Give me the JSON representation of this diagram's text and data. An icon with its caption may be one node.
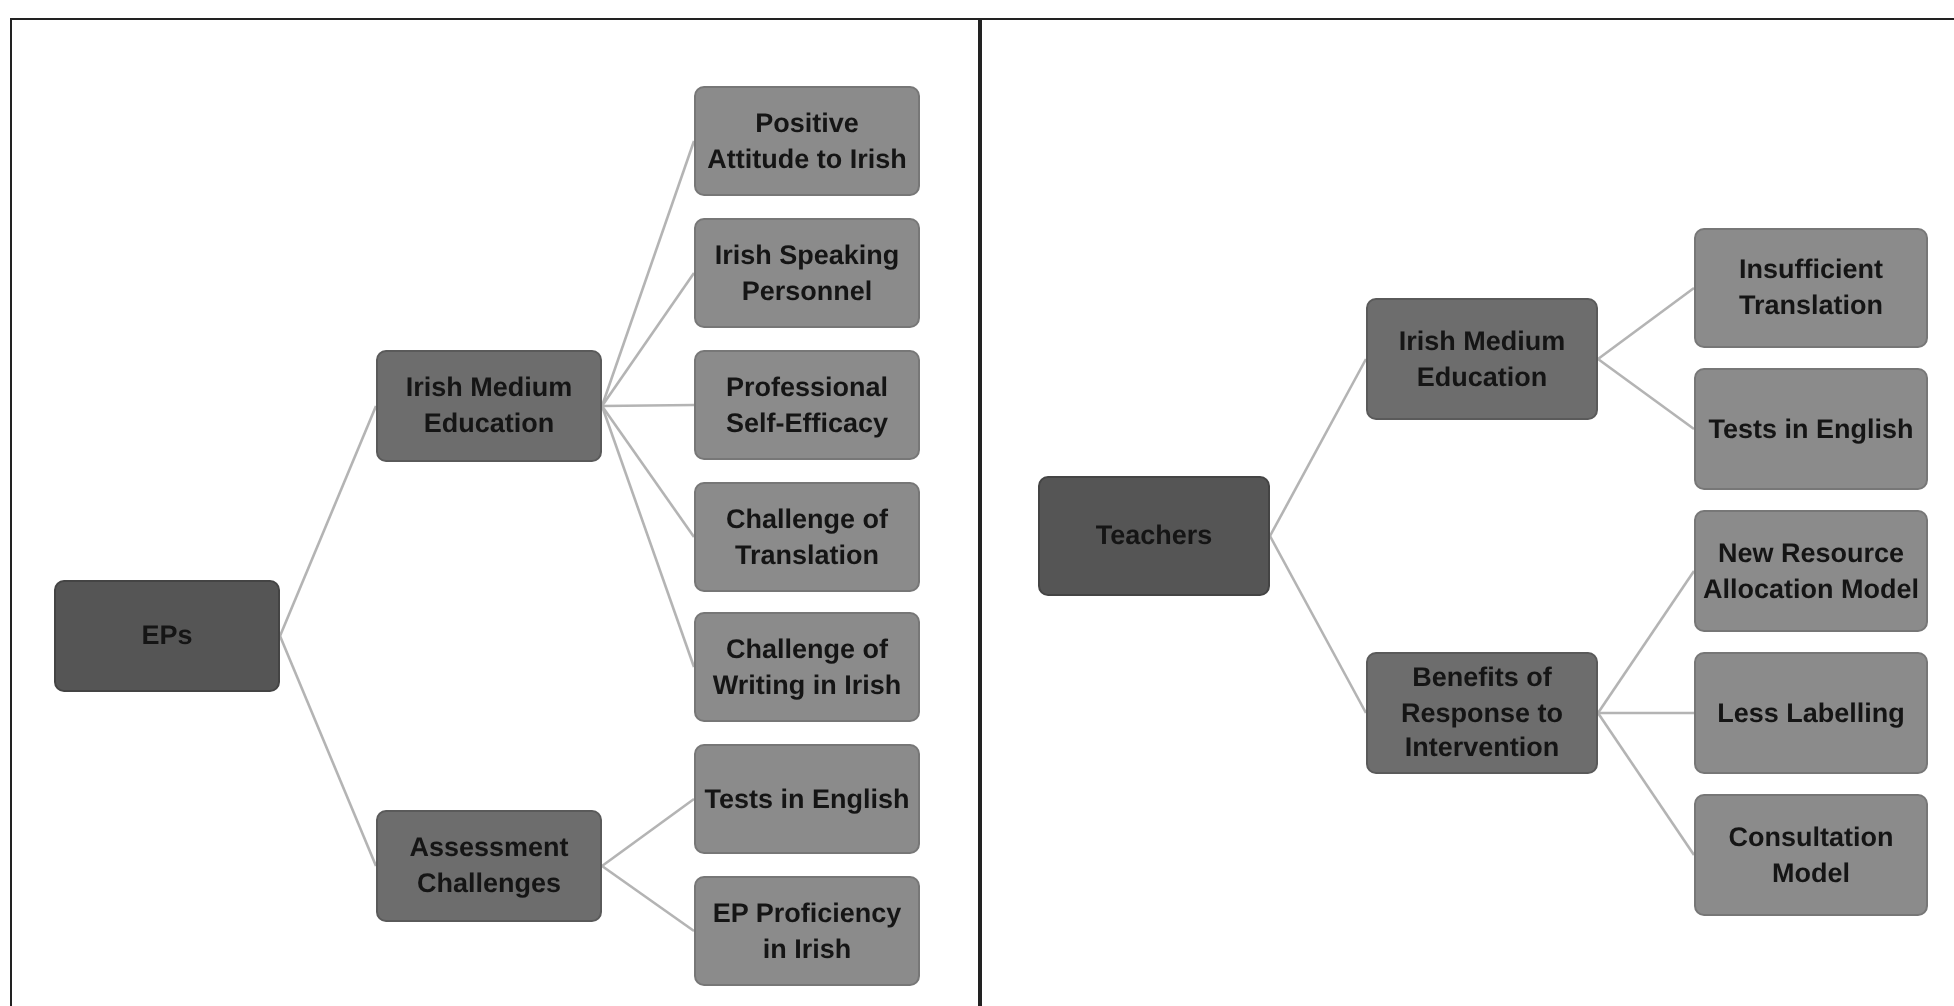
{
  "diagram": {
    "nodes": [
      {
        "text": [
          "EPs"
        ]
      },
      {
        "text": [
          "Irish Medium Education"
        ]
      },
      {
        "text": [
          "Assessment Challenges"
        ]
      },
      {
        "text": [
          "Positive Attitude to Irish"
        ]
      },
      {
        "text": [
          "Irish Speaking Personnel"
        ]
      },
      {
        "text": [
          "Professional Self-Efficacy"
        ]
      },
      {
        "text": [
          "Challenge of Translation"
        ]
      },
      {
        "text": [
          "Challenge of Writing in Irish"
        ]
      },
      {
        "text": [
          "Tests in English"
        ]
      },
      {
        "text": [
          "EP Proficiency in Irish"
        ]
      },
      {
        "text": [
          "Teachers"
        ]
      },
      {
        "text": [
          "Irish Medium Education"
        ]
      },
      {
        "text": [
          "Benefits of Response to Intervention"
        ]
      },
      {
        "text": [
          "Insufficient Translation"
        ]
      },
      {
        "text": [
          "Tests in English"
        ]
      },
      {
        "text": [
          "New Resource Allocation Model"
        ]
      },
      {
        "text": [
          "Less Labelling"
        ]
      },
      {
        "text": [
          "Consultation Model"
        ]
      }
    ],
    "edges": [
      {
        "from": 0,
        "to": 1,
        "arrow": "none"
      },
      {
        "from": 0,
        "to": 2,
        "arrow": "none"
      },
      {
        "from": 1,
        "to": 3,
        "arrow": "none"
      },
      {
        "from": 1,
        "to": 4,
        "arrow": "none"
      },
      {
        "from": 1,
        "to": 5,
        "arrow": "none"
      },
      {
        "from": 1,
        "to": 6,
        "arrow": "none"
      },
      {
        "from": 1,
        "to": 7,
        "arrow": "none"
      },
      {
        "from": 2,
        "to": 8,
        "arrow": "none"
      },
      {
        "from": 2,
        "to": 9,
        "arrow": "none"
      },
      {
        "from": 10,
        "to": 11,
        "arrow": "none"
      },
      {
        "from": 10,
        "to": 12,
        "arrow": "none"
      },
      {
        "from": 11,
        "to": 13,
        "arrow": "none"
      },
      {
        "from": 11,
        "to": 14,
        "arrow": "none"
      },
      {
        "from": 12,
        "to": 15,
        "arrow": "none"
      },
      {
        "from": 12,
        "to": 16,
        "arrow": "none"
      },
      {
        "from": 12,
        "to": 17,
        "arrow": "none"
      }
    ]
  }
}
